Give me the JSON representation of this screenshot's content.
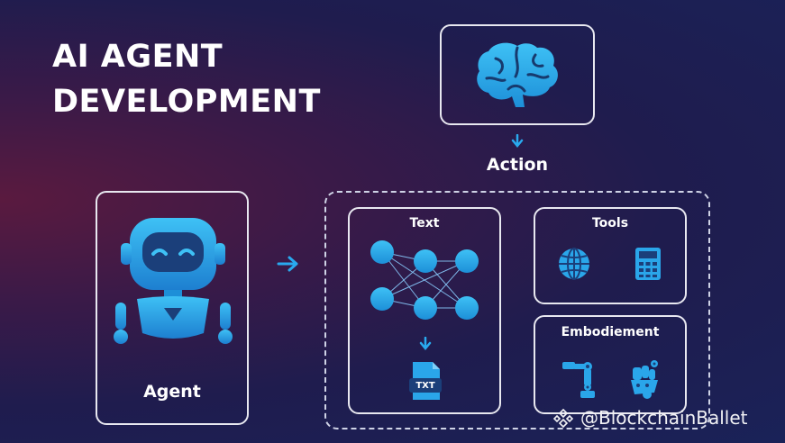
{
  "title_line1": "AI AGENT",
  "title_line2": "DEVELOPMENT",
  "action_label": "Action",
  "agent_label": "Agent",
  "text_label": "Text",
  "tools_label": "Tools",
  "embodiment_label": "Embodiement",
  "txt_file_label": "TXT",
  "watermark": "@BlockchainBallet",
  "icons": {
    "brain": "brain-icon",
    "robot": "robot-icon",
    "network": "neural-network-icon",
    "file": "txt-file-icon",
    "globe": "globe-icon",
    "calculator": "calculator-icon",
    "robot_arm": "robot-arm-icon",
    "robot_hand": "robot-hand-icon"
  },
  "colors": {
    "accent_blue": "#29a9ee",
    "border": "#e8e8f0"
  }
}
